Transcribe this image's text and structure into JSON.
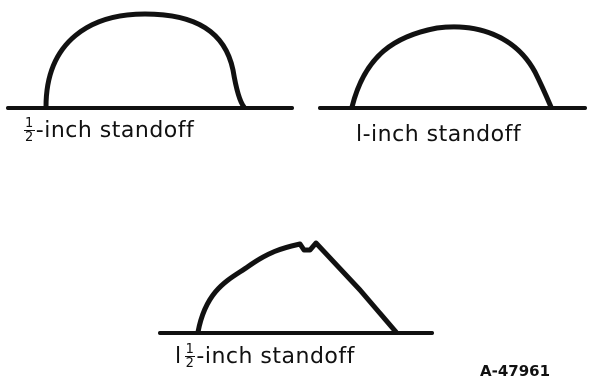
{
  "profiles": [
    {
      "name": "half-inch",
      "whole": "",
      "frac_num": "1",
      "frac_den": "2",
      "text": "-inch standoff"
    },
    {
      "name": "one-inch",
      "whole": "",
      "frac_num": "",
      "frac_den": "",
      "text": "l-inch standoff"
    },
    {
      "name": "one-and-half-inch",
      "whole": "l",
      "frac_num": "1",
      "frac_den": "2",
      "text": "-inch standoff"
    }
  ],
  "figure_id": "A-47961"
}
